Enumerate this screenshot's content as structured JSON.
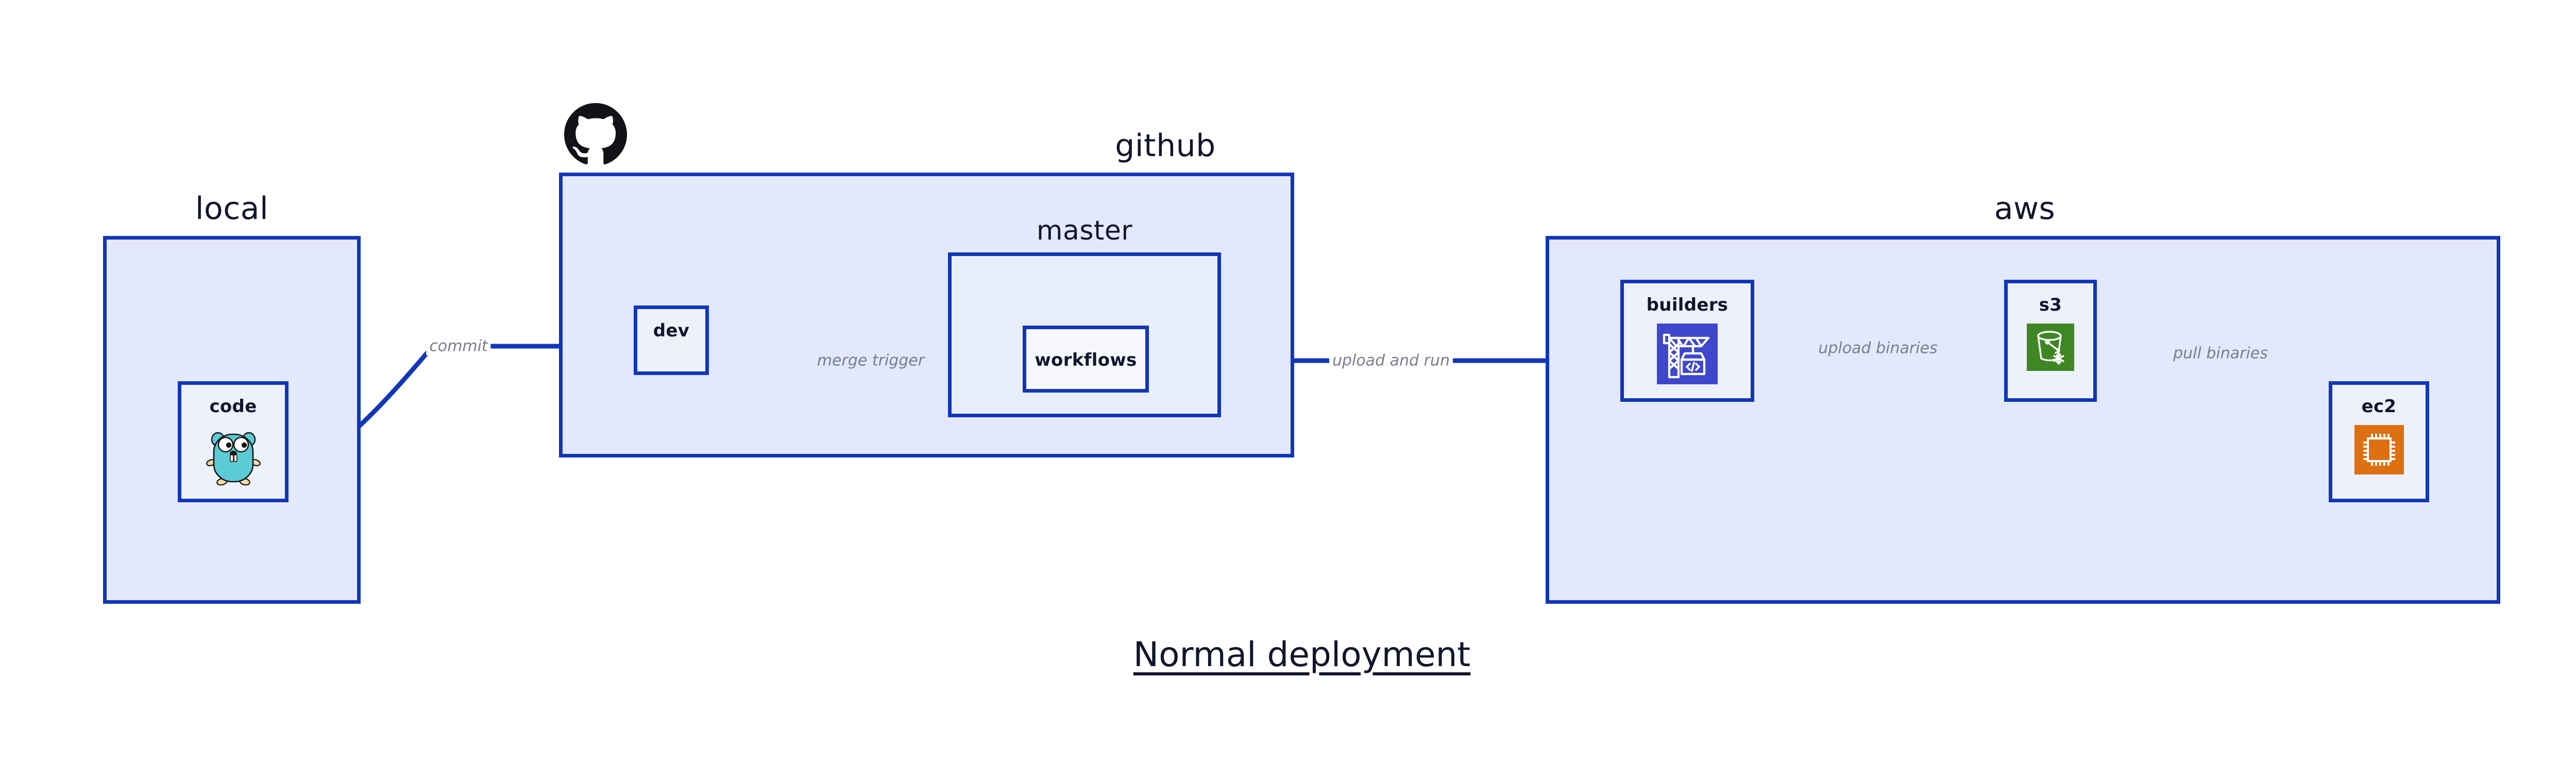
{
  "diagram": {
    "title": "Normal deployment",
    "colors": {
      "zone_fill": "#e3e8fb",
      "node_fill": "#edf1fc",
      "stroke": "#1136b8",
      "edge_label": "#7a7f8c",
      "text": "#12152b",
      "go_cyan": "#5bcbd5",
      "codebuild_blue": "#3f48cc",
      "s3_green": "#3f8624",
      "ec2_orange": "#dd7011"
    }
  },
  "zones": [
    {
      "id": "local",
      "label": "local"
    },
    {
      "id": "github",
      "label": "github"
    },
    {
      "id": "aws",
      "label": "aws"
    }
  ],
  "subzones": [
    {
      "id": "master",
      "label": "master",
      "parent": "github"
    }
  ],
  "nodes": [
    {
      "id": "code",
      "label": "code",
      "icon": "go-gopher-icon",
      "parent": "local"
    },
    {
      "id": "dev",
      "label": "dev",
      "icon": null,
      "parent": "github"
    },
    {
      "id": "workflows",
      "label": "workflows",
      "icon": null,
      "parent": "master"
    },
    {
      "id": "builders",
      "label": "builders",
      "icon": "aws-codebuild-icon",
      "parent": "aws"
    },
    {
      "id": "s3",
      "label": "s3",
      "icon": "aws-s3-icon",
      "parent": "aws"
    },
    {
      "id": "ec2",
      "label": "ec2",
      "icon": "aws-ec2-icon",
      "parent": "aws"
    }
  ],
  "edges": [
    {
      "id": "code-to-dev",
      "from": "code",
      "to": "dev",
      "label": "commit"
    },
    {
      "id": "dev-to-workflows",
      "from": "dev",
      "to": "workflows",
      "label": "merge trigger"
    },
    {
      "id": "workflows-to-builders",
      "from": "workflows",
      "to": "builders",
      "label": "upload and run"
    },
    {
      "id": "builders-to-s3",
      "from": "builders",
      "to": "s3",
      "label": "upload binaries"
    },
    {
      "id": "s3-to-ec2",
      "from": "s3",
      "to": "ec2",
      "label": "pull binaries"
    }
  ],
  "logos": [
    {
      "id": "github-logo",
      "icon": "github-octocat-icon",
      "belongs_to": "github"
    }
  ]
}
